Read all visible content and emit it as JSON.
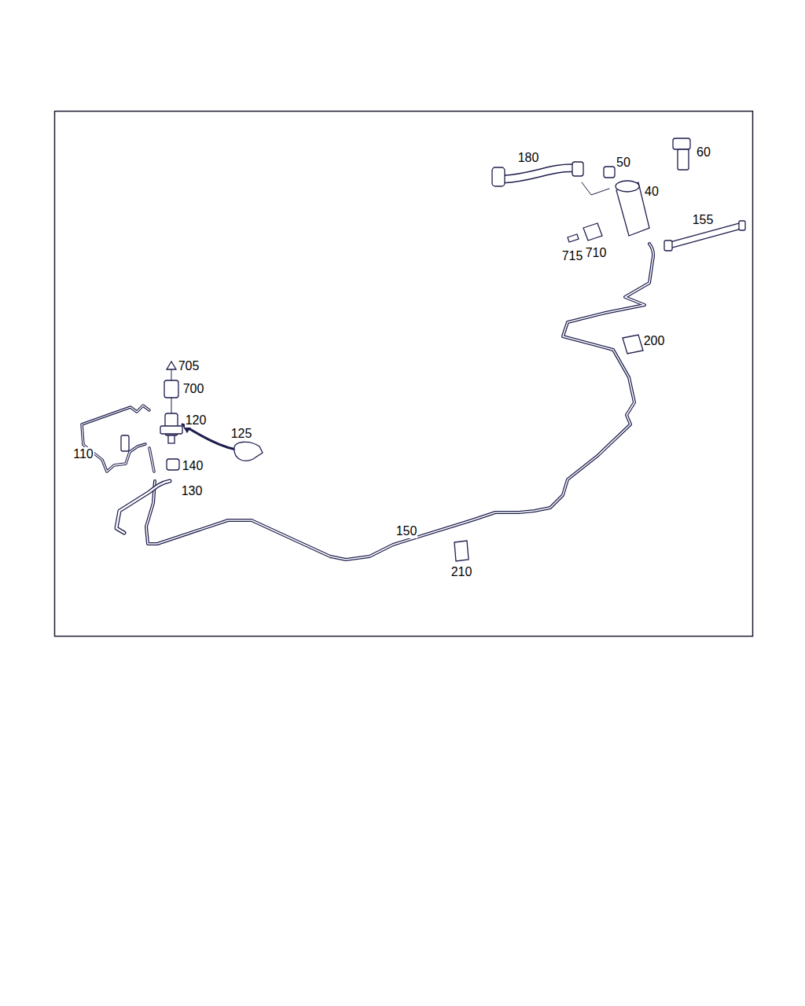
{
  "diagram": {
    "labels": [
      "180",
      "50",
      "60",
      "40",
      "155",
      "715",
      "710",
      "200",
      "705",
      "700",
      "120",
      "125",
      "110",
      "140",
      "130",
      "150",
      "210"
    ]
  }
}
